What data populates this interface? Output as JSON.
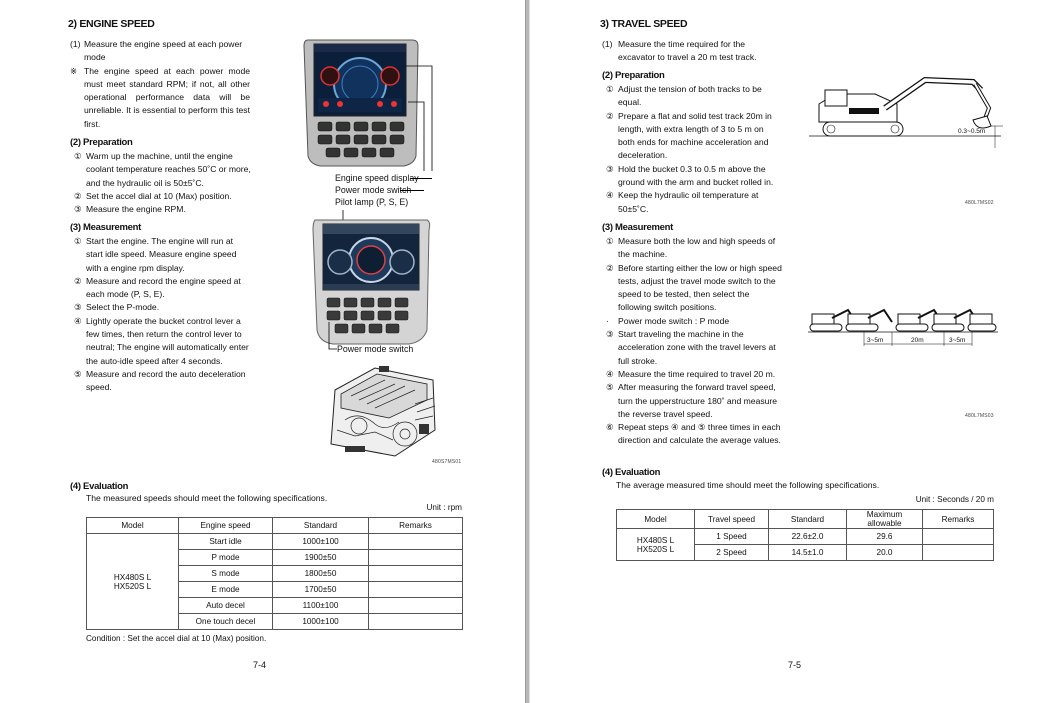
{
  "left": {
    "title": "2) ENGINE SPEED",
    "intro": [
      {
        "mark": "(1)",
        "text": "Measure the engine speed at each power mode"
      },
      {
        "mark": "※",
        "text": "The engine speed at each power mode must meet standard RPM; if not, all other operational performance data will be unreliable.  It is essential to perform this test first."
      }
    ],
    "prep_title": "(2) Preparation",
    "prep": [
      {
        "mark": "①",
        "text": "Warm up the machine, until the engine coolant temperature reaches 50˚C or more, and the hydraulic oil is 50±5˚C."
      },
      {
        "mark": "②",
        "text": "Set the accel dial at 10 (Max) position."
      },
      {
        "mark": "③",
        "text": "Measure the engine RPM."
      }
    ],
    "meas_title": "(3) Measurement",
    "meas": [
      {
        "mark": "①",
        "text": "Start the engine.  The engine will run at start idle speed.  Measure engine speed with a engine rpm display."
      },
      {
        "mark": "②",
        "text": "Measure and record the engine speed at each mode (P, S, E)."
      },
      {
        "mark": "③",
        "text": "Select the P-mode."
      },
      {
        "mark": "④",
        "text": "Lightly operate the bucket control lever a few times, then return the control lever to neutral; The engine will automatically enter the auto-idle speed after 4 seconds."
      },
      {
        "mark": "⑤",
        "text": "Measure and record the auto deceleration speed."
      }
    ],
    "callouts": {
      "display": "Engine speed display",
      "power1": "Power mode switch",
      "pilot": "Pilot lamp (P, S, E)",
      "power2": "Power mode switch"
    },
    "image_code": "480S7MS01",
    "eval_title": "(4) Evaluation",
    "eval_text": "The measured speeds should meet the following specifications.",
    "unit": "Unit : rpm",
    "table": {
      "headers": [
        "Model",
        "Engine speed",
        "Standard",
        "Remarks"
      ],
      "models": [
        "HX480S L",
        "HX520S L"
      ],
      "rows": [
        [
          "Start idle",
          "1000±100"
        ],
        [
          "P mode",
          "1900±50"
        ],
        [
          "S mode",
          "1800±50"
        ],
        [
          "E mode",
          "1700±50"
        ],
        [
          "Auto decel",
          "1100±100"
        ],
        [
          "One touch decel",
          "1000±100"
        ]
      ]
    },
    "condition": "Condition : Set the accel dial at 10 (Max) position.",
    "page_no": "7-4"
  },
  "right": {
    "title": "3) TRAVEL SPEED",
    "intro": [
      {
        "mark": "(1)",
        "text": "Measure the time required for the excavator to travel a 20 m test track."
      }
    ],
    "prep_title": "(2) Preparation",
    "prep": [
      {
        "mark": "①",
        "text": "Adjust the tension of both tracks to be equal."
      },
      {
        "mark": "②",
        "text": "Prepare a flat and solid test track 20m in length, with extra length of 3 to 5 m on both ends for machine acceleration and deceleration."
      },
      {
        "mark": "③",
        "text": "Hold the bucket 0.3 to 0.5 m above the ground with the arm and bucket rolled in."
      },
      {
        "mark": "④",
        "text": "Keep the hydraulic oil temperature at 50±5˚C."
      }
    ],
    "meas_title": "(3) Measurement",
    "meas": [
      {
        "mark": "①",
        "text": "Measure both the low and high speeds of the machine."
      },
      {
        "mark": "②",
        "text": "Before starting either the low or high speed tests, adjust the travel mode switch to the speed to be tested, then select the following switch positions."
      },
      {
        "mark": "·",
        "text": "Power mode switch : P mode"
      },
      {
        "mark": "③",
        "text": "Start traveling the machine in the acceleration zone with the travel levers at full stroke."
      },
      {
        "mark": "④",
        "text": "Measure the time required to travel 20 m."
      },
      {
        "mark": "⑤",
        "text": "After measuring the forward travel speed, turn the upperstructure 180˚ and measure the reverse travel speed."
      },
      {
        "mark": "⑥",
        "text": "Repeat steps ④ and ⑤ three times in each direction and calculate the average values."
      }
    ],
    "fig1_dim": "0.3~0.5m",
    "fig1_code": "480L7MS02",
    "fig2_dims": [
      "3~5m",
      "20m",
      "3~5m"
    ],
    "fig2_code": "480L7MS03",
    "eval_title": "(4) Evaluation",
    "eval_text": "The average measured time should meet the following specifications.",
    "unit": "Unit : Seconds / 20 m",
    "table": {
      "headers": [
        "Model",
        "Travel speed",
        "Standard",
        "Maximum allowable",
        "Remarks"
      ],
      "models": [
        "HX480S L",
        "HX520S L"
      ],
      "rows": [
        [
          "1 Speed",
          "22.6±2.0",
          "29.6"
        ],
        [
          "2 Speed",
          "14.5±1.0",
          "20.0"
        ]
      ]
    },
    "page_no": "7-5"
  }
}
